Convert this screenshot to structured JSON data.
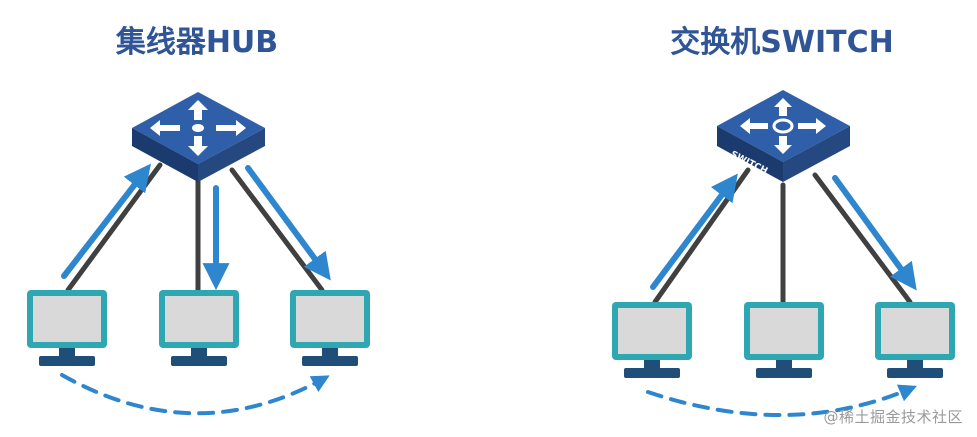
{
  "hub": {
    "title": "集线器HUB"
  },
  "switch": {
    "title": "交换机SWITCH",
    "device_label": "SWITCH"
  },
  "watermark": "@稀土掘金技术社区",
  "colors": {
    "title": "#2f5597",
    "device_face": "#2f5fa8",
    "device_side": "#1b3a6e",
    "monitor_frame": "#2ea7b3",
    "monitor_screen": "#d9d9d9",
    "monitor_base": "#1f4e79",
    "arrow": "#2e86cf",
    "cable": "#404040"
  }
}
